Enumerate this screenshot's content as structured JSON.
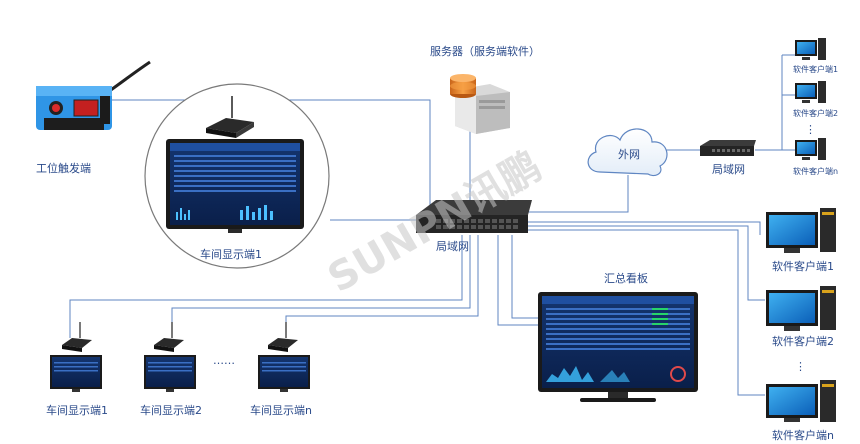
{
  "labels": {
    "sensor": "工位触发端",
    "server": "服务器（服务端软件）",
    "cloud": "外网",
    "lan_center": "局域网",
    "lan_right": "局域网",
    "workshop_display_main": "车间显示端1",
    "summary_board": "汇总看板",
    "bottom_display_1": "车间显示端1",
    "bottom_display_2": "车间显示端2",
    "bottom_display_n": "车间显示端n",
    "small_client_1": "软件客户端1",
    "small_client_2": "软件客户端2",
    "small_client_n": "软件客户端n",
    "large_client_1": "软件客户端1",
    "large_client_2": "软件客户端2",
    "large_client_n": "软件客户端n",
    "dots_horizontal": "……",
    "dots_vertical": "⋮"
  },
  "watermark": "SUNPN讯鹏",
  "colors": {
    "wire": "#5f86c2",
    "label": "#2a4a8a",
    "sensor_body": "#2c8fe0",
    "screen": "#0f2f6b",
    "server": "#d8d8d8",
    "server_disk": "#f08a22"
  }
}
